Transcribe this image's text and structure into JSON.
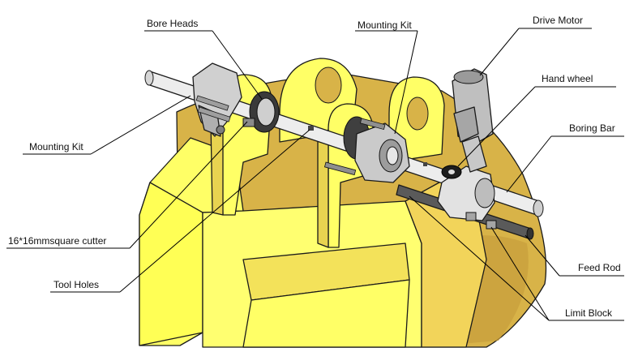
{
  "labels": {
    "bore_heads": "Bore Heads",
    "mounting_kit_top": "Mounting Kit",
    "drive_motor": "Drive Motor",
    "hand_wheel": "Hand wheel",
    "boring_bar": "Boring Bar",
    "mounting_kit_left": "Mounting Kit",
    "square_cutter": "16*16mmsquare cutter",
    "tool_holes": "Tool Holes",
    "feed_rod": "Feed Rod",
    "limit_block": "Limit Block"
  },
  "colors": {
    "bucket_yellow": "#FFFF66",
    "bucket_shadow": "#D9B84A",
    "bucket_dark": "#C9A040",
    "steel": "#E6E6E6",
    "steel_dark": "#8C8C8C",
    "motor": "#BDBDBD"
  }
}
